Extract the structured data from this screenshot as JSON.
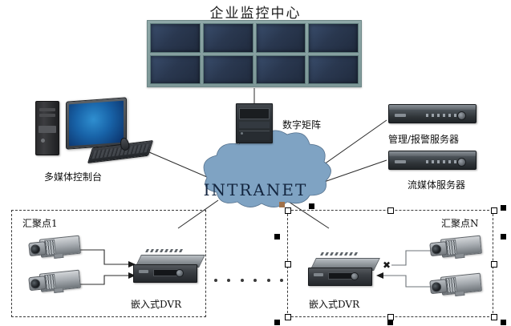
{
  "diagram": {
    "title": "企业监控中心",
    "background_color": "#ffffff",
    "line_color": "#2b2b2b",
    "cloud_color": "#7fa3c3",
    "screen_color": "#2a3850",
    "frame_color": "#7e9a9a",
    "selection_handle_color": "#000000"
  },
  "video_wall": {
    "name": "video-wall",
    "rows": 2,
    "columns": 4,
    "screens": [
      "",
      "",
      "",
      "",
      "",
      "",
      "",
      ""
    ]
  },
  "nodes": {
    "matrix": {
      "label": "数字矩阵"
    },
    "console": {
      "label": "多媒体控制台"
    },
    "mgmt_server": {
      "label": "管理/报警服务器"
    },
    "stream_server": {
      "label": "流媒体服务器"
    },
    "cloud": {
      "label": "INTRANET"
    }
  },
  "zones": [
    {
      "id": "zone-left",
      "label": "汇聚点1",
      "selected": false,
      "dvr_label": "嵌入式DVR",
      "cameras": [
        "",
        ""
      ]
    },
    {
      "id": "zone-right",
      "label": "汇聚点N",
      "selected": true,
      "dvr_label": "嵌入式DVR",
      "cameras": [
        "",
        ""
      ]
    }
  ],
  "ellipsis": {
    "dots": [
      "",
      "",
      "",
      "",
      "",
      ""
    ]
  },
  "xmark": {
    "glyph": "✖"
  }
}
